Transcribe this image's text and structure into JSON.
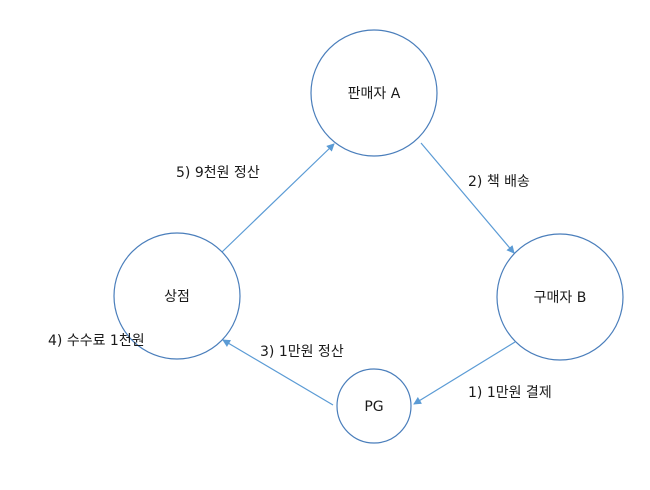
{
  "nodes": {
    "seller": "판매자 A",
    "buyer": "구매자 B",
    "pg": "PG",
    "store": "상점"
  },
  "edges": {
    "payment": "1) 1만원 결제",
    "delivery": "2) 책 배송",
    "settle_store": "3) 1만원 정산",
    "fee": "4) 수수료 1천원",
    "settle_seller": "5) 9천원 정산"
  },
  "colors": {
    "circle_stroke": "#4a7ebb",
    "arrow": "#5b9bd5"
  }
}
